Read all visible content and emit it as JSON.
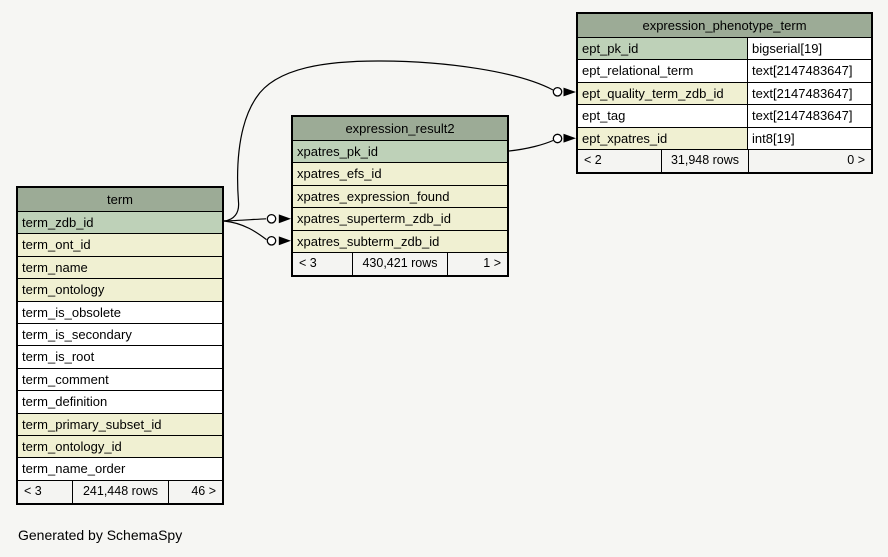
{
  "page": {
    "generated_note": "Generated by SchemaSpy"
  },
  "colors": {
    "canvas_bg": "#f6f6f3",
    "table_header_bg": "#9cab96",
    "primary_key_row_bg": "#bed1b8",
    "indexed_row_bg": "#f0f0d2",
    "plain_row_bg": "#ffffff",
    "footer_bg": "#f4f4f2",
    "border": "#000000"
  },
  "tables": {
    "term": {
      "title": "term",
      "columns": [
        {
          "name": "term_zdb_id"
        },
        {
          "name": "term_ont_id"
        },
        {
          "name": "term_name"
        },
        {
          "name": "term_ontology"
        },
        {
          "name": "term_is_obsolete"
        },
        {
          "name": "term_is_secondary"
        },
        {
          "name": "term_is_root"
        },
        {
          "name": "term_comment"
        },
        {
          "name": "term_definition"
        },
        {
          "name": "term_primary_subset_id"
        },
        {
          "name": "term_ontology_id"
        },
        {
          "name": "term_name_order"
        }
      ],
      "footer": {
        "left": "< 3",
        "rows": "241,448 rows",
        "right": "46 >"
      }
    },
    "expression_result2": {
      "title": "expression_result2",
      "columns": [
        {
          "name": "xpatres_pk_id"
        },
        {
          "name": "xpatres_efs_id"
        },
        {
          "name": "xpatres_expression_found"
        },
        {
          "name": "xpatres_superterm_zdb_id"
        },
        {
          "name": "xpatres_subterm_zdb_id"
        }
      ],
      "footer": {
        "left": "< 3",
        "rows": "430,421 rows",
        "right": "1 >"
      }
    },
    "expression_phenotype_term": {
      "title": "expression_phenotype_term",
      "columns": [
        {
          "name": "ept_pk_id",
          "type": "bigserial[19]"
        },
        {
          "name": "ept_relational_term",
          "type": "text[2147483647]"
        },
        {
          "name": "ept_quality_term_zdb_id",
          "type": "text[2147483647]"
        },
        {
          "name": "ept_tag",
          "type": "text[2147483647]"
        },
        {
          "name": "ept_xpatres_id",
          "type": "int8[19]"
        }
      ],
      "footer": {
        "left": "< 2",
        "rows": "31,948 rows",
        "right": "0 >"
      }
    }
  },
  "relationships": [
    {
      "from": "term.term_zdb_id",
      "to": "expression_result2.xpatres_superterm_zdb_id",
      "endpoint": "open-circle-arrow"
    },
    {
      "from": "term.term_zdb_id",
      "to": "expression_result2.xpatres_subterm_zdb_id",
      "endpoint": "open-circle-arrow"
    },
    {
      "from": "term.term_zdb_id",
      "to": "expression_phenotype_term.ept_quality_term_zdb_id",
      "endpoint": "open-circle-arrow"
    },
    {
      "from": "expression_result2.xpatres_pk_id",
      "to": "expression_phenotype_term.ept_xpatres_id",
      "endpoint": "open-circle-arrow"
    }
  ]
}
